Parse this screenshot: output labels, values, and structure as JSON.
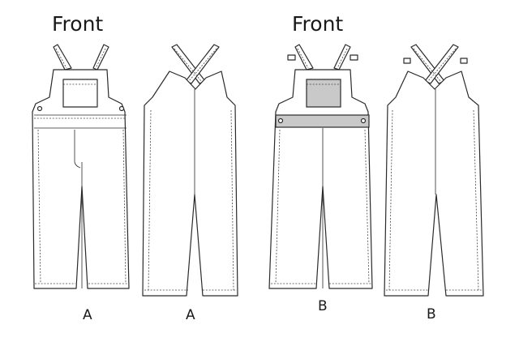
{
  "headings": {
    "left": "Front",
    "right": "Front"
  },
  "view_labels": {
    "a_front": "A",
    "a_back": "A",
    "b_front": "B",
    "b_back": "B"
  },
  "colors": {
    "outline": "#2a2a2a",
    "fill": "#ffffff",
    "view_b_contrast": "#c9c9c9"
  }
}
